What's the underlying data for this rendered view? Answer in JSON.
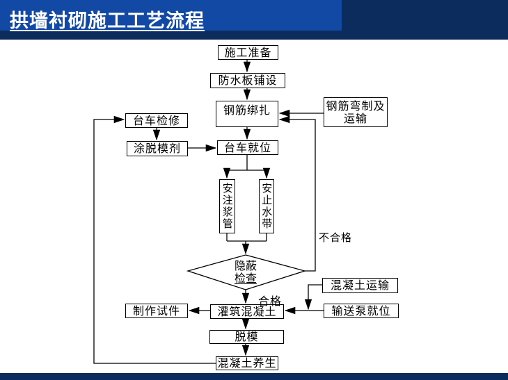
{
  "header": {
    "title": "拱墙衬砌施工工艺流程"
  },
  "flowchart": {
    "nodes": {
      "prep": "施工准备",
      "waterproof_laying": "防水板铺设",
      "rebar_binding": "钢筋绑扎",
      "rebar_bending_line1": "钢筋弯制及",
      "rebar_bending_line2": "运输",
      "trolley_maintenance": "台车检修",
      "release_agent": "涂脱模剂",
      "trolley_in_place": "台车就位",
      "install_grout_pipe": "安注浆管",
      "install_waterstop": "安止水带",
      "hidden_check_line1": "隐蔽",
      "hidden_check_line2": "检查",
      "make_specimen": "制作试件",
      "pour_concrete": "灌筑混凝土",
      "concrete_transport": "混凝土运输",
      "pump_in_place": "输送泵就位",
      "demold": "脱模",
      "concrete_curing": "混凝土养生"
    },
    "labels": {
      "pass": "合格",
      "fail": "不合格"
    }
  },
  "colors": {
    "header_blue": "#1149a4",
    "header_navy": "#0d2c5e",
    "line_color": "#000000"
  }
}
